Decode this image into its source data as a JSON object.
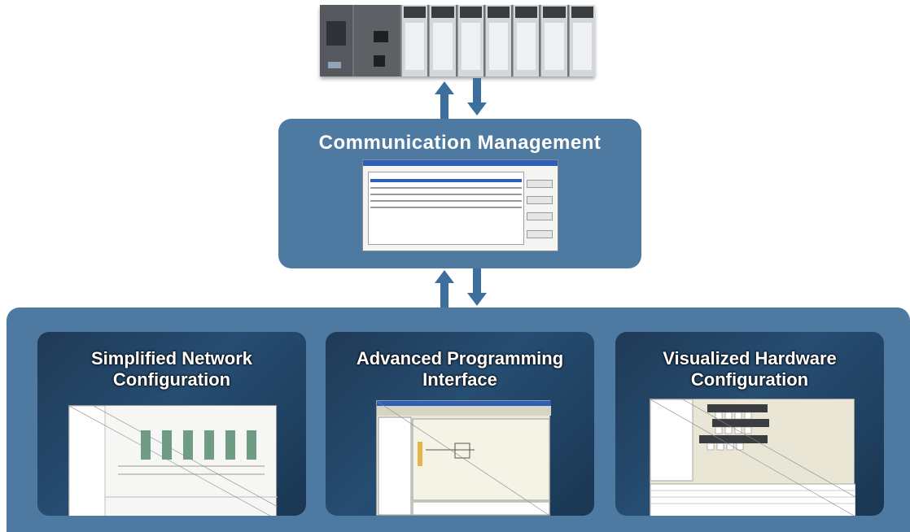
{
  "hardware": {
    "label": ""
  },
  "communication": {
    "title": "Communication Management"
  },
  "panels": [
    {
      "title_line1": "Simplified Network",
      "title_line2": "Configuration"
    },
    {
      "title_line1": "Advanced Programming",
      "title_line2": "Interface"
    },
    {
      "title_line1": "Visualized Hardware",
      "title_line2": "Configuration"
    }
  ],
  "colors": {
    "box": "#4e7aa1",
    "arrow": "#3d6f9e",
    "panel_dark": "#1f3a56",
    "title_text": "#ffffff"
  }
}
